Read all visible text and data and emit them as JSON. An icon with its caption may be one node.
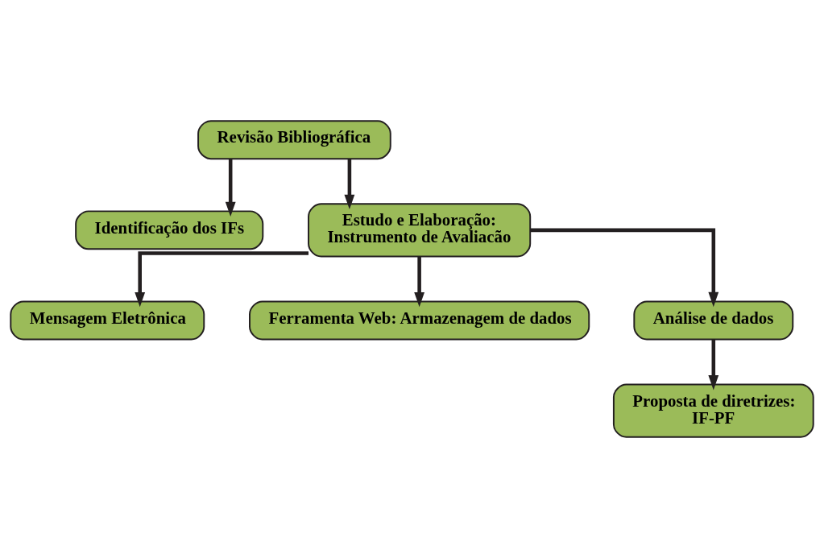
{
  "diagram": {
    "nodes": [
      {
        "text": [
          "Revisão Bibliográfica"
        ]
      },
      {
        "text": [
          "Identificação dos IFs"
        ]
      },
      {
        "text": [
          "Estudo e Elaboração:",
          "Instrumento de Avaliacão"
        ]
      },
      {
        "text": [
          "Mensagem Eletrônica"
        ]
      },
      {
        "text": [
          "Ferramenta Web: Armazenagem de dados"
        ]
      },
      {
        "text": [
          "Análise de dados"
        ]
      },
      {
        "text": [
          "Proposta de diretrizes:",
          "IF-PF"
        ]
      }
    ],
    "edges": [
      {
        "from": 0,
        "to": 1,
        "arrow": "to"
      },
      {
        "from": 0,
        "to": 2,
        "arrow": "to"
      },
      {
        "from": 2,
        "to": 3,
        "arrow": "to"
      },
      {
        "from": 2,
        "to": 4,
        "arrow": "to"
      },
      {
        "from": 2,
        "to": 5,
        "arrow": "to"
      },
      {
        "from": 5,
        "to": 6,
        "arrow": "to"
      }
    ]
  }
}
